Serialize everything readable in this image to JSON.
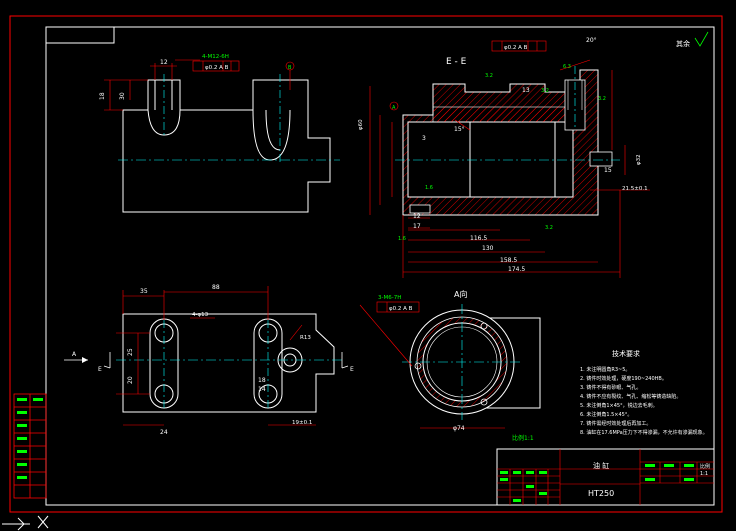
{
  "colors": {
    "background": "#000000",
    "border": "#ff0000",
    "outline": "#ffffff",
    "centerline": "#00ffff",
    "dimension": "#ff0000",
    "hatch": "#ff0000",
    "text": "#ffffff",
    "annotation": "#00ff00",
    "leader": "#ff0000"
  },
  "section_label": "E - E",
  "view_a_label": "A向",
  "view_a_scale": "比例1:1",
  "arrow_a": "A",
  "arrow_e1": "E",
  "arrow_e2": "E",
  "title_block": {
    "part_name": "油 缸",
    "material": "HT250",
    "scale_header": "比例",
    "scale_value": "1:1"
  },
  "tech_req_title": "技术要求",
  "tech_req": [
    "1. 未注明圆角R3~5。",
    "2. 铸件时效处理，硬度190~240HB。",
    "3. 铸件不得有砂眼、气孔。",
    "4. 铸件不应有裂纹、气孔、缩松等铸造缺陷。",
    "5. 未注倒角1×45°，锐边去毛刺。",
    "6. 未注倒角1.5×45°。",
    "7. 铸件需经时效处理后再加工。",
    "8. 油缸在17.6MPa压力下不得渗漏，不允许有渗漏现象。"
  ],
  "dims": {
    "d1": "12",
    "d2": "18",
    "d3": "30",
    "d4": "35",
    "d5": "88",
    "d6": "25",
    "d7": "20",
    "d8": "24",
    "d9": "116.5",
    "d10": "130",
    "d11": "158.5",
    "d12": "174.5",
    "d13": "17",
    "d14": "18",
    "d15": "14",
    "d16": "19±0.1",
    "d17": "φ74",
    "d18": "20°",
    "d19": "15°",
    "d20": "3",
    "d21": "13",
    "d22": "15",
    "d23": "4-M12-6H",
    "d24": "φ0.2 A B",
    "d25": "3-M6-7H",
    "d26": "4-φ13",
    "d27": "R13",
    "d28": "21.5±0.1",
    "d29": "φ32",
    "d30": "φ60"
  },
  "roughness_note": "其余"
}
